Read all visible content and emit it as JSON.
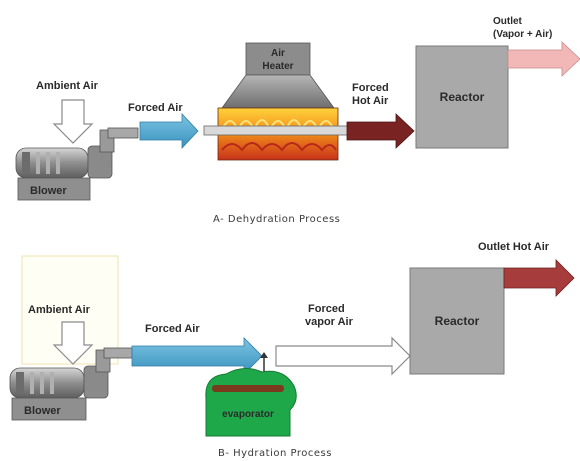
{
  "section_a": {
    "caption": "A-   Dehydration Process",
    "ambient_air": "Ambient Air",
    "forced_air": "Forced Air",
    "air_heater_line1": "Air",
    "air_heater_line2": "Heater",
    "forced_hot_air_line1": "Forced",
    "forced_hot_air_line2": "Hot Air",
    "reactor": "Reactor",
    "outlet_line1": "Outlet",
    "outlet_line2": "(Vapor + Air)",
    "blower": "Blower"
  },
  "section_b": {
    "caption": "B-   Hydration Process",
    "ambient_air": "Ambient Air",
    "forced_air": "Forced Air",
    "forced_vapor_air_line1": "Forced",
    "forced_vapor_air_line2": "vapor Air",
    "reactor": "Reactor",
    "outlet_hot_air": "Outlet Hot Air",
    "evaporator": "evaporator",
    "blower": "Blower"
  },
  "colors": {
    "forced_air_arrow": "#4aa7cf",
    "hot_air_arrow": "#7a2323",
    "outlet_arrow_a": "#f2b8b8",
    "outlet_arrow_b": "#a63c3c",
    "reactor_fill": "#a9a9a9",
    "heater_body": "#8c8c8c",
    "flame": "#f08a1a",
    "evaporator": "#1fa84a",
    "blower_body": "#9a9a9a"
  }
}
